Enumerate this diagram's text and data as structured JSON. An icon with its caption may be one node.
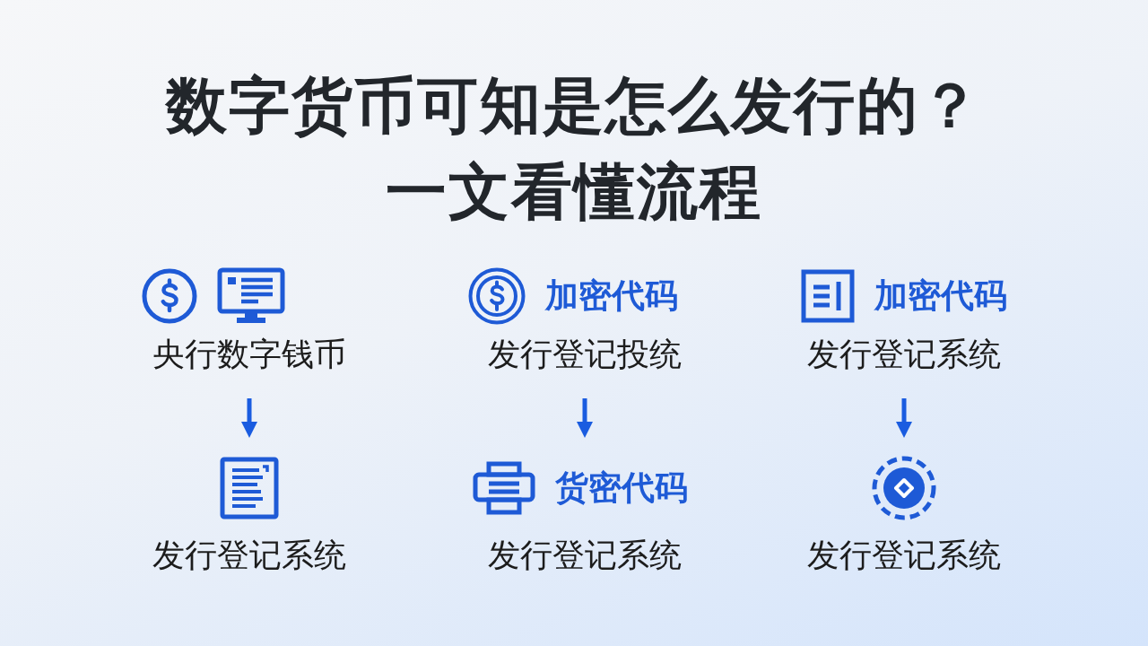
{
  "diagram": {
    "title": "数字货币可知是怎么发行的？一文看懂流程",
    "nodes": [
      {
        "text": [
          "央行数字钱币"
        ]
      },
      {
        "text": [
          "加密代码",
          "发行登记投统"
        ]
      },
      {
        "text": [
          "加密代码",
          "发行登记系统"
        ]
      },
      {
        "text": [
          "发行登记系统"
        ]
      },
      {
        "text": [
          "货密代码",
          "发行登记系统"
        ]
      },
      {
        "text": [
          "发行登记系统"
        ]
      }
    ],
    "edges": [
      {
        "from": 0,
        "to": 3,
        "arrow": "to"
      },
      {
        "from": 1,
        "to": 4,
        "arrow": "to"
      },
      {
        "from": 2,
        "to": 5,
        "arrow": "to"
      }
    ]
  }
}
